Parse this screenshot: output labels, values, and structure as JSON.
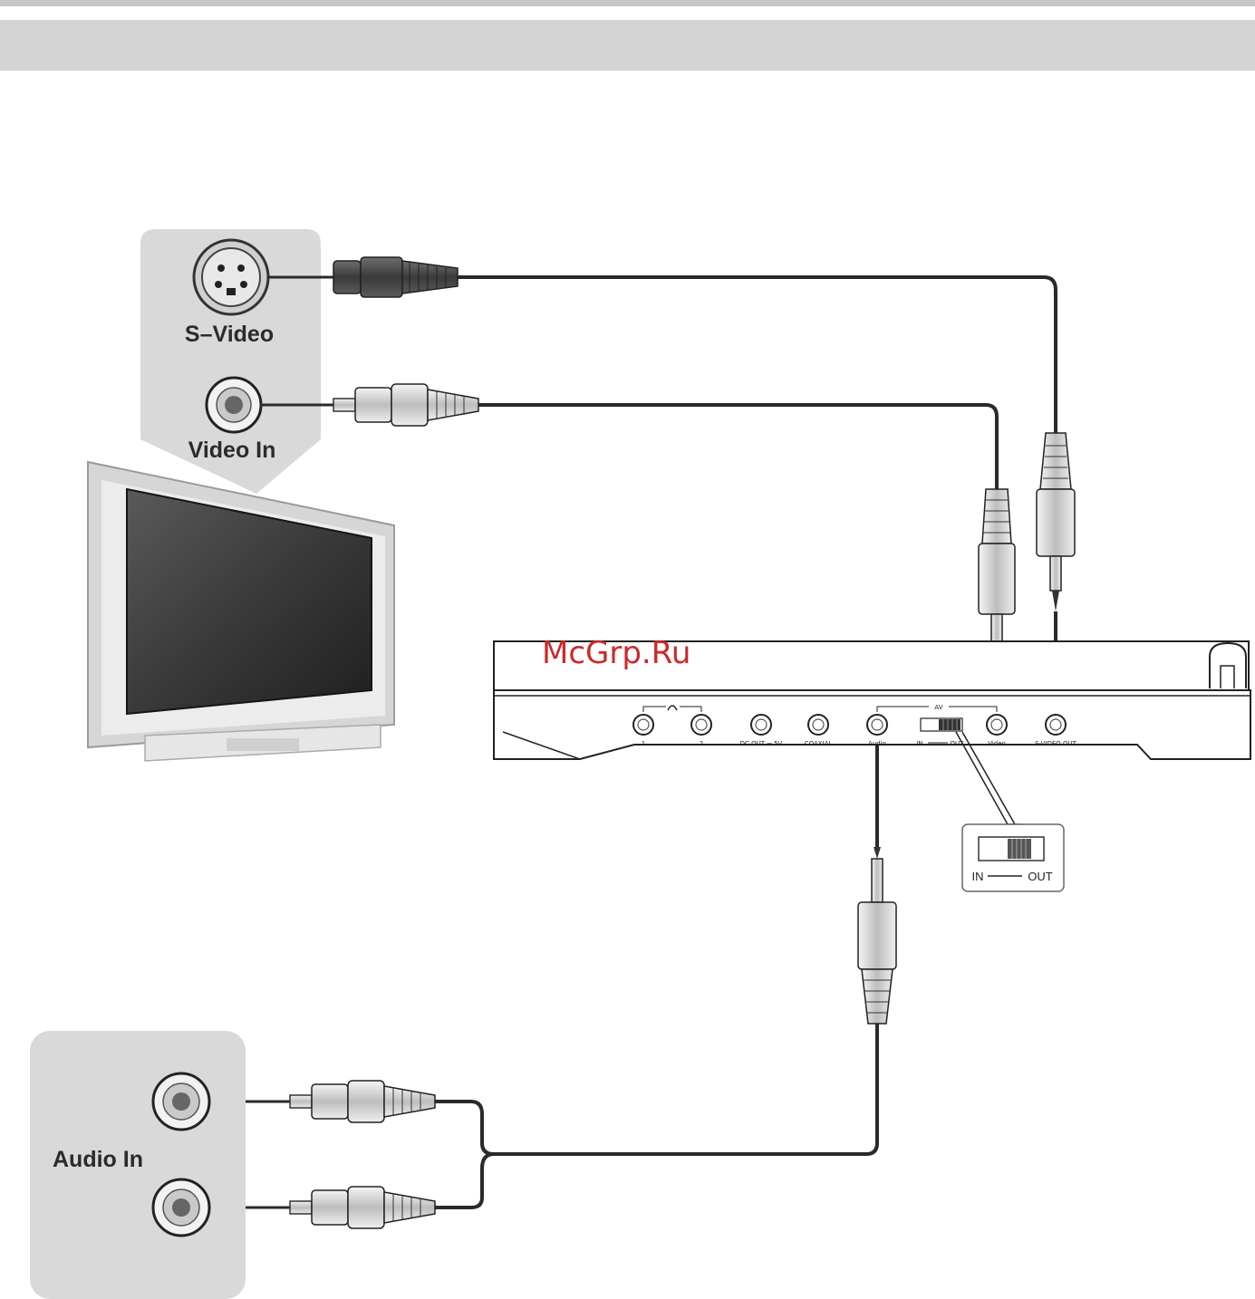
{
  "labels": {
    "s_video": "S–Video",
    "video_in": "Video In",
    "audio_in": "Audio In"
  },
  "player_ports": {
    "headphone_1": "1",
    "headphone_2": "2",
    "dc_out": "DC OUT ⎓ 5V",
    "coaxial": "COAXIAL",
    "audio": "Audio",
    "av": "AV",
    "switch_in": "IN",
    "switch_out": "OUT",
    "video": "Video",
    "s_video_out": "S-VIDEO OUT"
  },
  "switch_callout": {
    "in_label": "IN",
    "out_label": "OUT"
  },
  "watermark": "McGrp.Ru",
  "colors": {
    "panel_gray": "#d9d9d9",
    "cable": "#2a2a2a",
    "watermark": "#cc2a2a"
  },
  "icons": [
    "s-video-jack-icon",
    "rca-jack-icon",
    "rca-plug-icon",
    "mini-plug-icon",
    "tv-icon",
    "dvd-player-icon"
  ]
}
